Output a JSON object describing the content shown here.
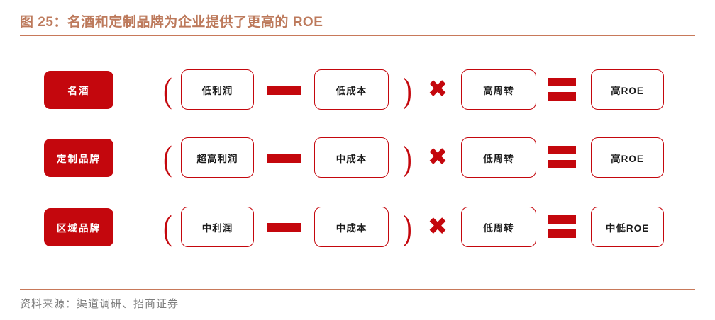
{
  "header": {
    "title": "图 25：名酒和定制品牌为企业提供了更高的 ROE",
    "title_color": "#bd7a5c",
    "rule_color": "#c8795a"
  },
  "theme": {
    "brand_red": "#c4070d",
    "text_dark": "#1a1a1a",
    "chip_text": "#ffffff",
    "source_gray": "#7d7d7d",
    "background": "#ffffff"
  },
  "operators": {
    "bracket_open": "(",
    "bracket_close": ")",
    "minus": "−",
    "times": "✖",
    "equals": "="
  },
  "diagram": {
    "rows": [
      {
        "category": "名酒",
        "profit": "低利润",
        "cost": "低成本",
        "turnover": "高周转",
        "roe": "高ROE"
      },
      {
        "category": "定制品牌",
        "profit": "超高利润",
        "cost": "中成本",
        "turnover": "低周转",
        "roe": "高ROE"
      },
      {
        "category": "区域品牌",
        "profit": "中利润",
        "cost": "中成本",
        "turnover": "低周转",
        "roe": "中低ROE"
      }
    ]
  },
  "footer": {
    "source": "资料来源：渠道调研、招商证券"
  }
}
